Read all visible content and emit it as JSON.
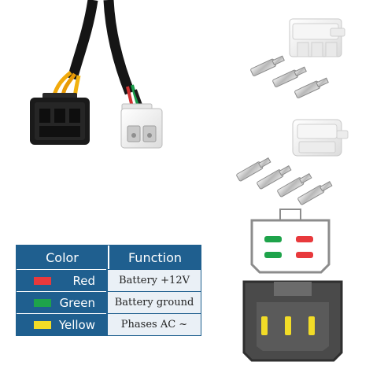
{
  "legend": {
    "header_color": "Color",
    "header_function": "Function",
    "rows": [
      {
        "color": "Red",
        "swatch": "#e8393c",
        "function": "Battery +12V"
      },
      {
        "color": "Green",
        "swatch": "#1ea34a",
        "function": "Battery ground"
      },
      {
        "color": "Yellow",
        "swatch": "#f2dc27",
        "function": "Phases AC ~"
      }
    ]
  },
  "colors": {
    "header_blue": "#1f5f8f",
    "wire_black": "#151515",
    "wire_yellow": "#f1a90b",
    "plug_dark_gray": "#4a4a4a",
    "pin_yellow": "#f2dc27"
  }
}
